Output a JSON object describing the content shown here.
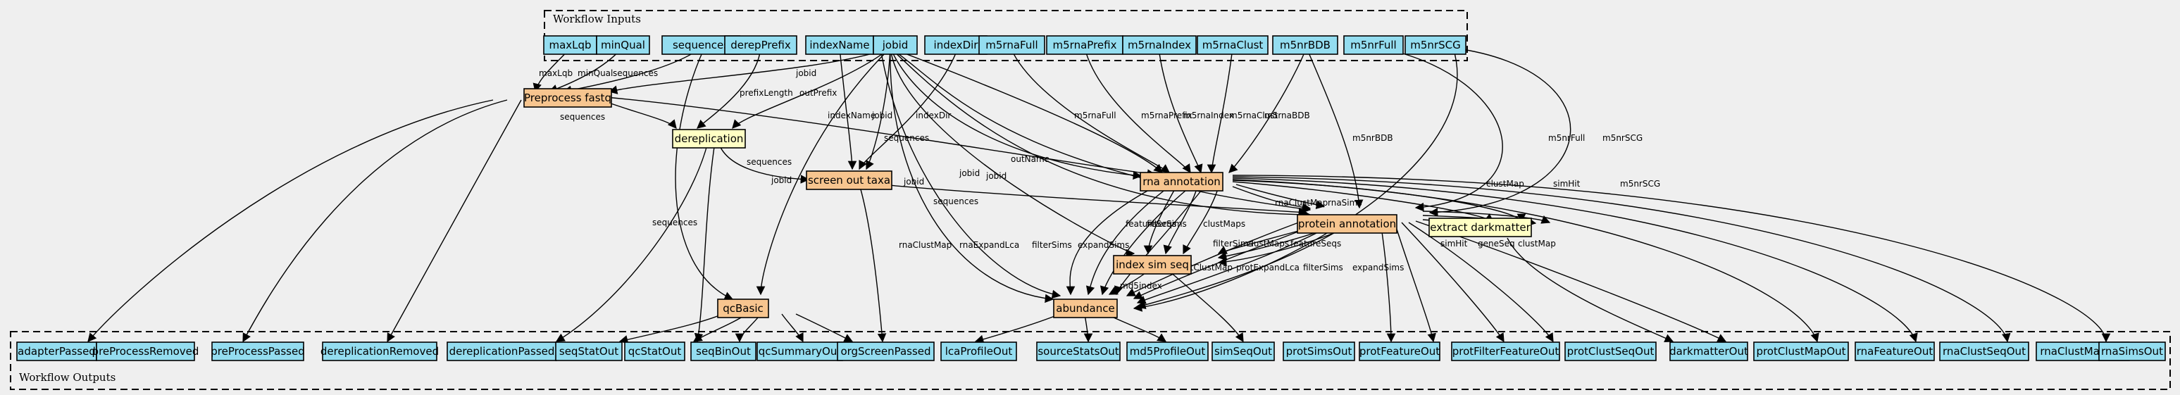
{
  "clusters": {
    "inputs_label": "Workflow Inputs",
    "outputs_label": "Workflow Outputs"
  },
  "inputs": [
    "maxLqb",
    "minQual",
    "sequences",
    "derepPrefix",
    "indexName",
    "jobid",
    "indexDir",
    "m5rnaFull",
    "m5rnaPrefix",
    "m5rnaIndex",
    "m5rnaClust",
    "m5nrBDB",
    "m5nrFull",
    "m5nrSCG"
  ],
  "steps": [
    "Preprocess fastq",
    "dereplication",
    "screen out taxa",
    "rna annotation",
    "protein annotation",
    "index sim seq",
    "extract darkmatter",
    "qcBasic",
    "abundance"
  ],
  "outputs": [
    "adapterPassed",
    "preProcessRemoved",
    "preProcessPassed",
    "dereplicationRemoved",
    "dereplicationPassed",
    "seqStatOut",
    "qcStatOut",
    "seqBinOut",
    "qcSummaryOut",
    "orgScreenPassed",
    "lcaProfileOut",
    "sourceStatsOut",
    "md5ProfileOut",
    "simSeqOut",
    "protSimsOut",
    "protFeatureOut",
    "protFilterFeatureOut",
    "protClustSeqOut",
    "darkmatterOut",
    "protClustMapOut",
    "rnaFeatureOut",
    "rnaClustSeqOut",
    "rnaClustMapOut",
    "rnaSimsOut"
  ],
  "edge_labels": [
    "maxLqb",
    "minQual",
    "sequences",
    "jobid",
    "prefixLength",
    "outPrefix",
    "indexName",
    "indexDir",
    "jobid",
    "m5rnaFull",
    "m5rnaPrefix",
    "m5rnaIndex",
    "m5rnaClust",
    "m5rnaBDB",
    "m5nrBDB",
    "m5nrFull",
    "m5nrSCG",
    "m5nrSCG",
    "sequences",
    "sequences",
    "sequences",
    "sequences",
    "jobid",
    "jobid",
    "jobid",
    "jobid",
    "outName",
    "sequences",
    "rnaClustMap",
    "rnaSims",
    "featureSeqs",
    "filterSims",
    "clustMaps",
    "rnaClustMap",
    "rnaExpandLca",
    "filterSims",
    "expandSims",
    "clustMap",
    "simHit",
    "filterSims",
    "clustMaps",
    "featureSeqs",
    "protClustMap",
    "protExpandLca",
    "filterSims",
    "expandSims",
    "simHit",
    "geneSeq",
    "clustMap",
    "md5index"
  ]
}
